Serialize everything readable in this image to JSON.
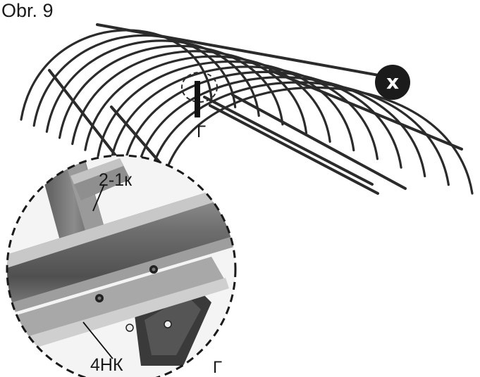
{
  "figure": {
    "title": "Obr. 9",
    "detail_marker_top": "Г",
    "detail_marker_bottom": "Г",
    "callout_upper": "2-1к",
    "callout_lower": "4НК",
    "x_badge": "x"
  },
  "colors": {
    "frame_stroke": "#2b2b2b",
    "marker_bar": "#111111",
    "badge_fill": "#1b1b1b",
    "tube_dark": "#4a4a4a",
    "tube_mid": "#7a7a7a",
    "tube_light": "#b8b8b8",
    "background": "#ffffff"
  },
  "icons": {
    "badge": "x-mark-icon",
    "detail_circle": "magnifier-detail-icon"
  }
}
